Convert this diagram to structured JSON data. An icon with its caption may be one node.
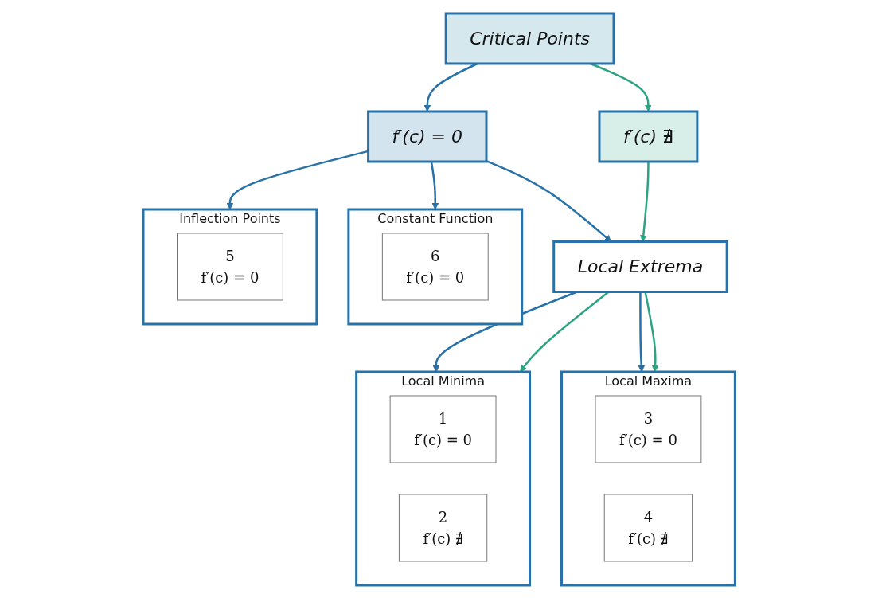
{
  "diagram": {
    "nodes": [
      {
        "text": [
          "Critical Points"
        ]
      },
      {
        "text": [
          "f′(c) = 0"
        ]
      },
      {
        "text": [
          "f′(c) ∄"
        ]
      },
      {
        "text": [
          "Constant Function"
        ]
      },
      {
        "text": [
          "Inflection Points"
        ]
      },
      {
        "text": [
          "Local Extrema"
        ]
      },
      {
        "text": [
          "Local Minima"
        ]
      },
      {
        "text": [
          "Local Maxima"
        ]
      },
      {
        "text": [
          "6",
          "f′(c) = 0"
        ],
        "in": 3
      },
      {
        "text": [
          "5",
          "f′(c) = 0"
        ],
        "in": 4
      },
      {
        "text": [
          "1",
          "f′(c) = 0"
        ],
        "in": 6
      },
      {
        "text": [
          "2",
          "f′(c) ∄"
        ],
        "in": 6
      },
      {
        "text": [
          "3",
          "f′(c) = 0"
        ],
        "in": 7
      },
      {
        "text": [
          "4",
          "f′(c) ∄"
        ],
        "in": 7
      }
    ],
    "edges": [
      {
        "from": 0,
        "to": 1,
        "arrow": "to"
      },
      {
        "from": 0,
        "to": 2,
        "arrow": "to",
        "color": "#2ea383"
      },
      {
        "from": 1,
        "to": 3,
        "arrow": "to"
      },
      {
        "from": 1,
        "to": 4,
        "arrow": "to"
      },
      {
        "from": 1,
        "to": 5,
        "arrow": "to"
      },
      {
        "from": 2,
        "to": 5,
        "arrow": "to",
        "color": "#2ea383"
      },
      {
        "from": 5,
        "to": 6,
        "arrow": "to"
      },
      {
        "from": 5,
        "to": 7,
        "arrow": "to"
      },
      {
        "from": 5,
        "to": 6,
        "arrow": "to",
        "color": "#2ea383"
      },
      {
        "from": 5,
        "to": 7,
        "arrow": "to",
        "color": "#2ea383"
      }
    ]
  }
}
